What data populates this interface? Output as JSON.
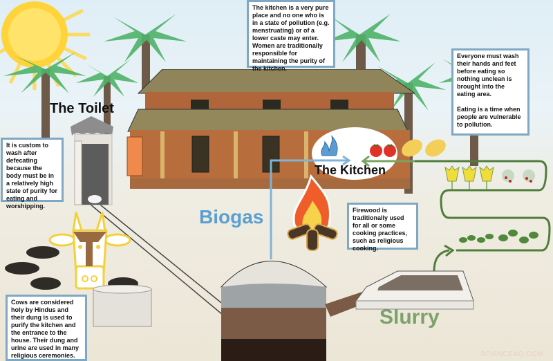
{
  "labels": {
    "toilet": "The Toilet",
    "kitchen": "The Kitchen",
    "biogas": "Biogas",
    "slurry": "Slurry"
  },
  "notes": {
    "kitchen_purity": "The kitchen is a very pure place and no one who is in a state of pollution (e.g. menstruating) or of a lower caste may enter.\nWomen are traditionally responsible for maintaining the purity of the kitchen.",
    "eating": "Everyone must wash their hands and feet before eating so nothing unclean is brought into the eating area.\n\nEating is a time when people are vulnerable to pollution.",
    "toilet": "It is custom to wash after defecating because the body must be in a relatively high state of purity for eating and worshipping.",
    "firewood": "Firewood is traditionally used for all or some cooking practices, such as religious cooking.",
    "cows": "Cows are considered holy by Hindus and their dung is used to purify the kitchen and the entrance to the house. Their dung and urine are used in many religious ceremonies."
  },
  "watermark": "SCIENCEAQ.COM",
  "colors": {
    "note_border": "#7fa8c4",
    "biogas_text": "#5b9fd1",
    "slurry_text": "#7ba26a",
    "pipe_blue": "#7fb3d8",
    "vine_green": "#4f7d3a",
    "roof": "#8c8152",
    "wall": "#b06a3c",
    "sun": "#ffd33a"
  }
}
